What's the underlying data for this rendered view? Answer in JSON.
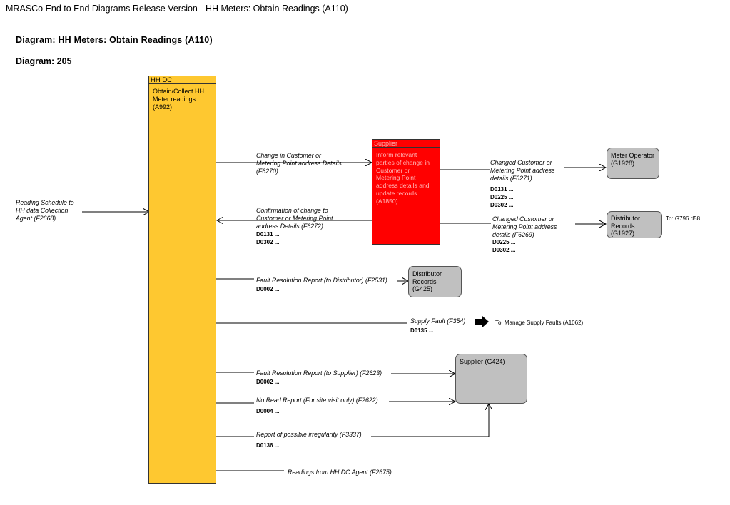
{
  "page": {
    "header": "MRASCo End to End Diagrams Release Version - HH Meters: Obtain Readings (A110)",
    "diagram_title": "Diagram: HH Meters: Obtain Readings (A110)",
    "diagram_number": "Diagram: 205"
  },
  "lanes": {
    "hh_dc": {
      "header": "HH DC",
      "process_lines": [
        "Obtain/Collect HH",
        "Meter readings",
        "(A992)"
      ]
    },
    "supplier": {
      "header": "Supplier",
      "process_lines": [
        "Inform relevant",
        "parties of change in",
        "Customer or",
        "Metering Point",
        "address details and",
        "update records",
        "(A1850)"
      ]
    }
  },
  "externals": {
    "meter_operator": [
      "Meter Operator",
      "(G1928)"
    ],
    "distributor_records_g1927": [
      "Distributor",
      "Records",
      "(G1927)"
    ],
    "distributor_records_g425": [
      "Distributor",
      "Records (G425)"
    ],
    "supplier_g424": [
      "Supplier (G424)"
    ]
  },
  "flows": {
    "reading_schedule": [
      "Reading Schedule to",
      "HH data Collection",
      "Agent (F2668)"
    ],
    "change_customer_f6270": [
      "Change in Customer or",
      "Metering Point address Details",
      "(F6270)"
    ],
    "confirmation_f6272": [
      "Confirmation of change to",
      "Customer or Metering Point",
      "address Details (F6272)"
    ],
    "confirmation_codes": [
      "D0131 ...",
      "D0302 ..."
    ],
    "changed_f6271": [
      "Changed Customer or",
      "Metering Point address",
      "details (F6271)"
    ],
    "changed_f6271_codes": [
      "D0131 ...",
      "D0225 ...",
      "D0302 ..."
    ],
    "changed_f6269": [
      "Changed Customer or",
      "Metering Point address",
      "details (F6269)"
    ],
    "changed_f6269_codes": [
      "D0225 ...",
      "D0302 ..."
    ],
    "fault_distributor": "Fault Resolution Report (to Distributor) (F2531)",
    "fault_distributor_code": "D0002 ...",
    "supply_fault": "Supply Fault (F354)",
    "supply_fault_code": "D0135 ...",
    "fault_supplier": "Fault Resolution Report (to Supplier) (F2623)",
    "fault_supplier_code": "D0002 ...",
    "no_read": "No Read Report (For site visit only) (F2622)",
    "no_read_code": "D0004 ...",
    "irregularity": "Report of possible irregularity (F3337)",
    "irregularity_code": "D0136 ...",
    "readings_from_dc": "Readings from HH DC Agent (F2675)"
  },
  "notes": {
    "to_g796": "To: G796 d58",
    "to_supply_faults": "To: Manage Supply Faults (A1062)"
  }
}
